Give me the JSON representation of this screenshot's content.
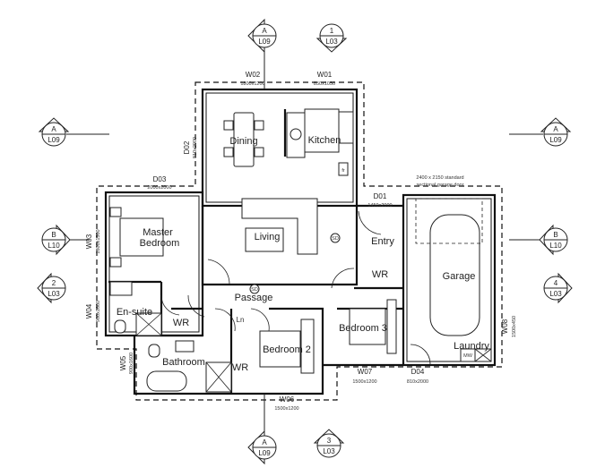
{
  "rooms": {
    "dining": "Dining",
    "kitchen": "Kitchen",
    "living": "Living",
    "master_bedroom_1": "Master",
    "master_bedroom_2": "Bedroom",
    "entry": "Entry",
    "wr_entry": "WR",
    "garage": "Garage",
    "passage": "Passage",
    "ensuite": "En-suite",
    "wr_master": "WR",
    "linen": "Ln",
    "bedroom3": "Bedroom 3",
    "bedroom2": "Bedroom 2",
    "laundry": "Laundry",
    "bathroom": "Bathroom",
    "wr_bed2": "WR",
    "microwave": "MW",
    "fridge": "fr",
    "smoke_detector": "SD"
  },
  "openings": {
    "W01": {
      "id": "W01",
      "size": "850x1050"
    },
    "W02": {
      "id": "W02",
      "size": "1800x1200"
    },
    "W03": {
      "id": "W03",
      "size": "1800x1500"
    },
    "W04": {
      "id": "W04",
      "size": "900x1600"
    },
    "W05": {
      "id": "W05",
      "size": "900x1600"
    },
    "W06": {
      "id": "W06",
      "size": "1500x1200"
    },
    "W07": {
      "id": "W07",
      "size": "1500x1200"
    },
    "W08": {
      "id": "W08",
      "size": "1500x450"
    },
    "D01": {
      "id": "D01",
      "size": "1450x2000"
    },
    "D02": {
      "id": "D02",
      "size": "810x2000"
    },
    "D03": {
      "id": "D03",
      "size": "2000x2000"
    },
    "D04": {
      "id": "D04",
      "size": "810x2000"
    },
    "garage_door_1": "2400 x 2150 standard",
    "garage_door_2": "sectional garage door"
  },
  "markers": [
    {
      "top": "A",
      "bottom": "L09"
    },
    {
      "top": "1",
      "bottom": "L03"
    },
    {
      "top": "A",
      "bottom": "L09"
    },
    {
      "top": "A",
      "bottom": "L09"
    },
    {
      "top": "B",
      "bottom": "L10"
    },
    {
      "top": "B",
      "bottom": "L10"
    },
    {
      "top": "2",
      "bottom": "L03"
    },
    {
      "top": "4",
      "bottom": "L03"
    },
    {
      "top": "A",
      "bottom": "L09"
    },
    {
      "top": "3",
      "bottom": "L03"
    }
  ]
}
